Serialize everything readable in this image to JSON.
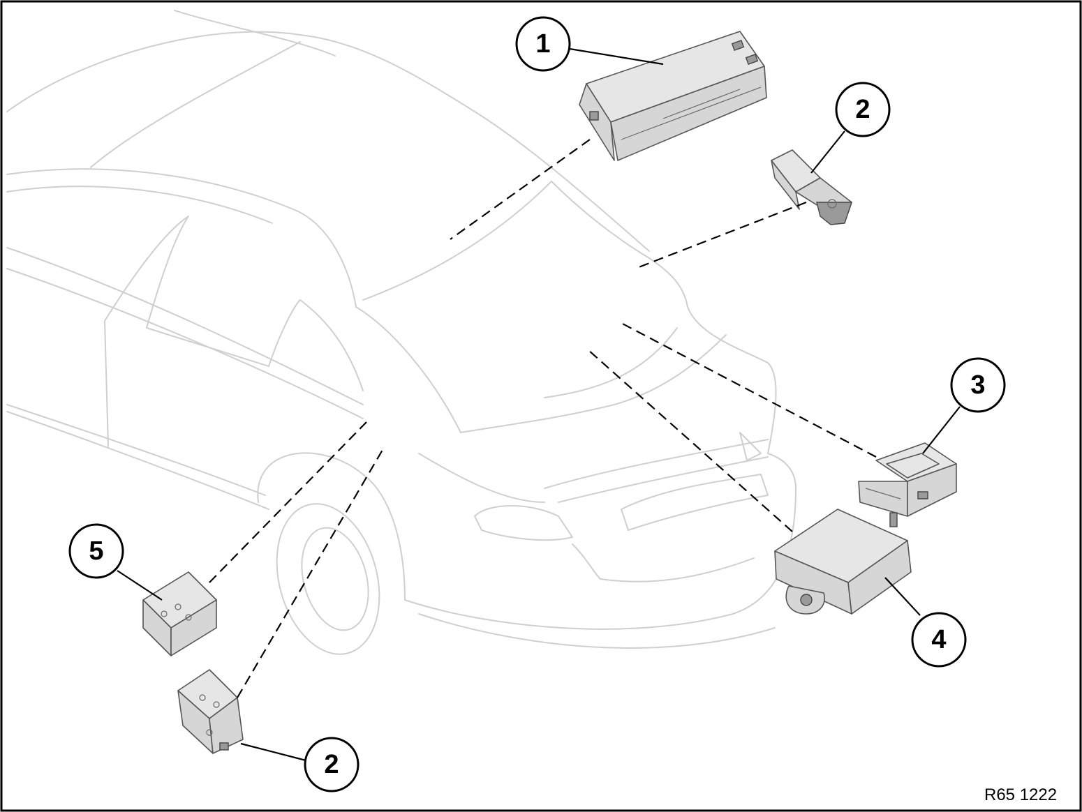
{
  "callouts": [
    {
      "id": "callout-1",
      "label": "1"
    },
    {
      "id": "callout-2-top",
      "label": "2"
    },
    {
      "id": "callout-3",
      "label": "3"
    },
    {
      "id": "callout-4",
      "label": "4"
    },
    {
      "id": "callout-5",
      "label": "5"
    },
    {
      "id": "callout-2-bottom",
      "label": "2"
    }
  ],
  "reference_code": "R65 1222"
}
